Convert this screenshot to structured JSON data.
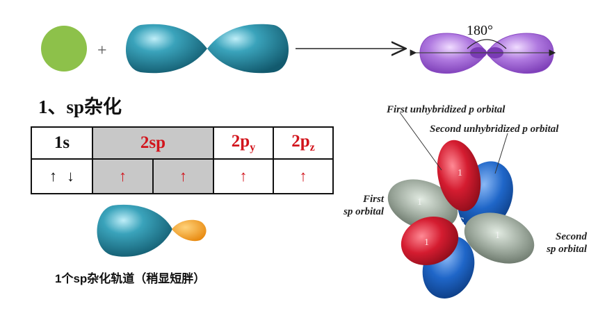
{
  "diagram": {
    "plus_sign": "+",
    "angle_label": "180°",
    "heading": "1、sp杂化",
    "table": {
      "header": {
        "s": "1s",
        "sp": "2sp",
        "py_main": "2p",
        "py_sub": "y",
        "pz_main": "2p",
        "pz_sub": "z"
      },
      "arrows": {
        "s_up": "↑",
        "s_down": "↓",
        "sp1": "↑",
        "sp2": "↑",
        "py": "↑",
        "pz": "↑"
      }
    },
    "caption": "1个sp杂化轨道（稍显短胖）",
    "orbital_labels": {
      "first_unhybridized": "First unhybridized p orbital",
      "second_unhybridized": "Second unhybridized p orbital",
      "first_sp_line1": "First",
      "first_sp_line2": "sp orbital",
      "second_sp_line1": "Second",
      "second_sp_line2": "sp orbital",
      "center_atom": "C",
      "lobe_marks": [
        "1",
        "1",
        "1",
        "1"
      ]
    },
    "colors": {
      "s_orbital": "#8dc14a",
      "p_orbital": "#1e7f96",
      "small_lobe": "#f6a12a",
      "hybrid_lobe": "#9b4fd0",
      "red_lobe": "#d41c30",
      "blue_lobe": "#1f66c8",
      "gray_lobe": "#9aa69a",
      "highlight_red": "#d2141c"
    }
  }
}
